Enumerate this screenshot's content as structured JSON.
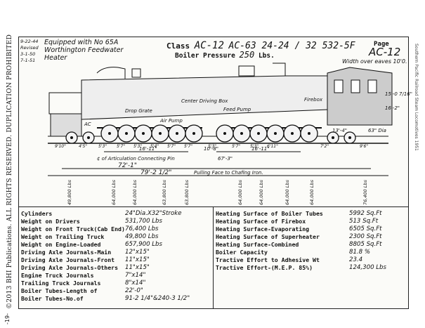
{
  "margin": {
    "copyright": "©2013 BHI Publications. ALL RIGHTS RESERVED. DUPLICATION PROHIBITED",
    "page_number": "-19-",
    "right_note": "Southern Pacific Railroad   Steam Locomotives 1951"
  },
  "header": {
    "dates": [
      "9-22-44",
      "Revised",
      "3-1-50",
      "7-1-51"
    ],
    "notes": [
      "Equipped with No 65A",
      "Worthington Feedwater",
      "Heater"
    ],
    "class_label": "Class",
    "class_value": "AC-12",
    "class_numbers": "AC-63 24-24 / 32 532-5F",
    "pressure_label": "Boiler Pressure",
    "pressure_value": "250",
    "pressure_unit": "Lbs.",
    "page_label": "Page",
    "page_value": "AC-12",
    "width_note": "Width over eaves 10'0."
  },
  "drawing": {
    "labels": {
      "drop_grate": "Drop Grate",
      "firebox": "Firebox",
      "air_pump": "Air Pump",
      "feed_pump": "Feed Pump",
      "cen_driving_box": "Center Driving Box",
      "ac_cold": "AC",
      "articulation": "¢ of Articulation Connecting Pin",
      "pulling_face": "Pulling Face to Chafing Iron.",
      "total_wheelbase": "72'-1\"",
      "total_length": "79'-2 1/2\"",
      "rigid_1": "16'-11\"",
      "rigid_2": "16'-11\"",
      "art_dim": "10'-8\"",
      "art_dim2": "67'-3\"",
      "front_dim": "13'-4\"",
      "height_dim": "16'-2\"",
      "c_height": "15'-0 7/16\"",
      "drv_diam": "63\" Dia"
    },
    "spacing_labels": [
      "9'10\"",
      "4'5\"",
      "5'3\"",
      "5'7\"",
      "5'3\"",
      "5'4\"",
      "5'7\"",
      "5'7\"",
      "5'3\"",
      "5'7\"",
      "5'3\"",
      "6'11\"",
      "7'2\"",
      "9'6\""
    ],
    "axle_loads": [
      "49,800 Lbs",
      "64,000 Lbs",
      "64,000 Lbs",
      "63,800 Lbs",
      "63,800 Lbs",
      "64,000 Lbs",
      "64,000 Lbs",
      "64,000 Lbs",
      "64,000 Lbs",
      "76,400 Lbs"
    ]
  },
  "specs": {
    "left": [
      {
        "label": "Cylinders",
        "value": "24\"Dia.X32\"Stroke"
      },
      {
        "label": "Weight on Drivers",
        "value": "531,700 Lbs"
      },
      {
        "label": "Weight on Front Truck(Cab End)",
        "value": "76,400 Lbs"
      },
      {
        "label": "Weight on Trailing Truck",
        "value": "49,800 Lbs"
      },
      {
        "label": "Weight on Engine-Loaded",
        "value": "657,900 Lbs"
      },
      {
        "label": "Driving Axle Journals-Main",
        "value": "12\"x15\""
      },
      {
        "label": "Driving Axle Journals-Front",
        "value": "11\"x15\""
      },
      {
        "label": "Driving Axle Journals-Others",
        "value": "11\"x15\""
      },
      {
        "label": "Engine Truck Journals",
        "value": "7\"x14\""
      },
      {
        "label": "Trailing Truck Journals",
        "value": "8\"x14\""
      },
      {
        "label": "Boiler Tubes-Length of",
        "value": "22'-0\""
      },
      {
        "label": "Boiler Tubes-No.of",
        "value": "91-2 1/4\"&240-3 1/2\""
      }
    ],
    "right": [
      {
        "label": "Heating Surface of Boiler Tubes",
        "value": "5992 Sq.Ft"
      },
      {
        "label": "Heating Surface of Firebox",
        "value": "513 Sq.Ft"
      },
      {
        "label": "Heating Surface-Evaporating",
        "value": "6505 Sq.Ft"
      },
      {
        "label": "Heating Surface of Superheater",
        "value": "2300 Sq.Ft"
      },
      {
        "label": "Heating Surface-Combined",
        "value": "8805 Sq.Ft"
      },
      {
        "label": "Boiler Capacity",
        "value": "81.8 %"
      },
      {
        "label": "Tractive Effort to Adhesive Wt",
        "value": "23.4"
      },
      {
        "label": "Tractive Effort-(M.E.P. 85%)",
        "value": "124,300 Lbs"
      }
    ]
  }
}
